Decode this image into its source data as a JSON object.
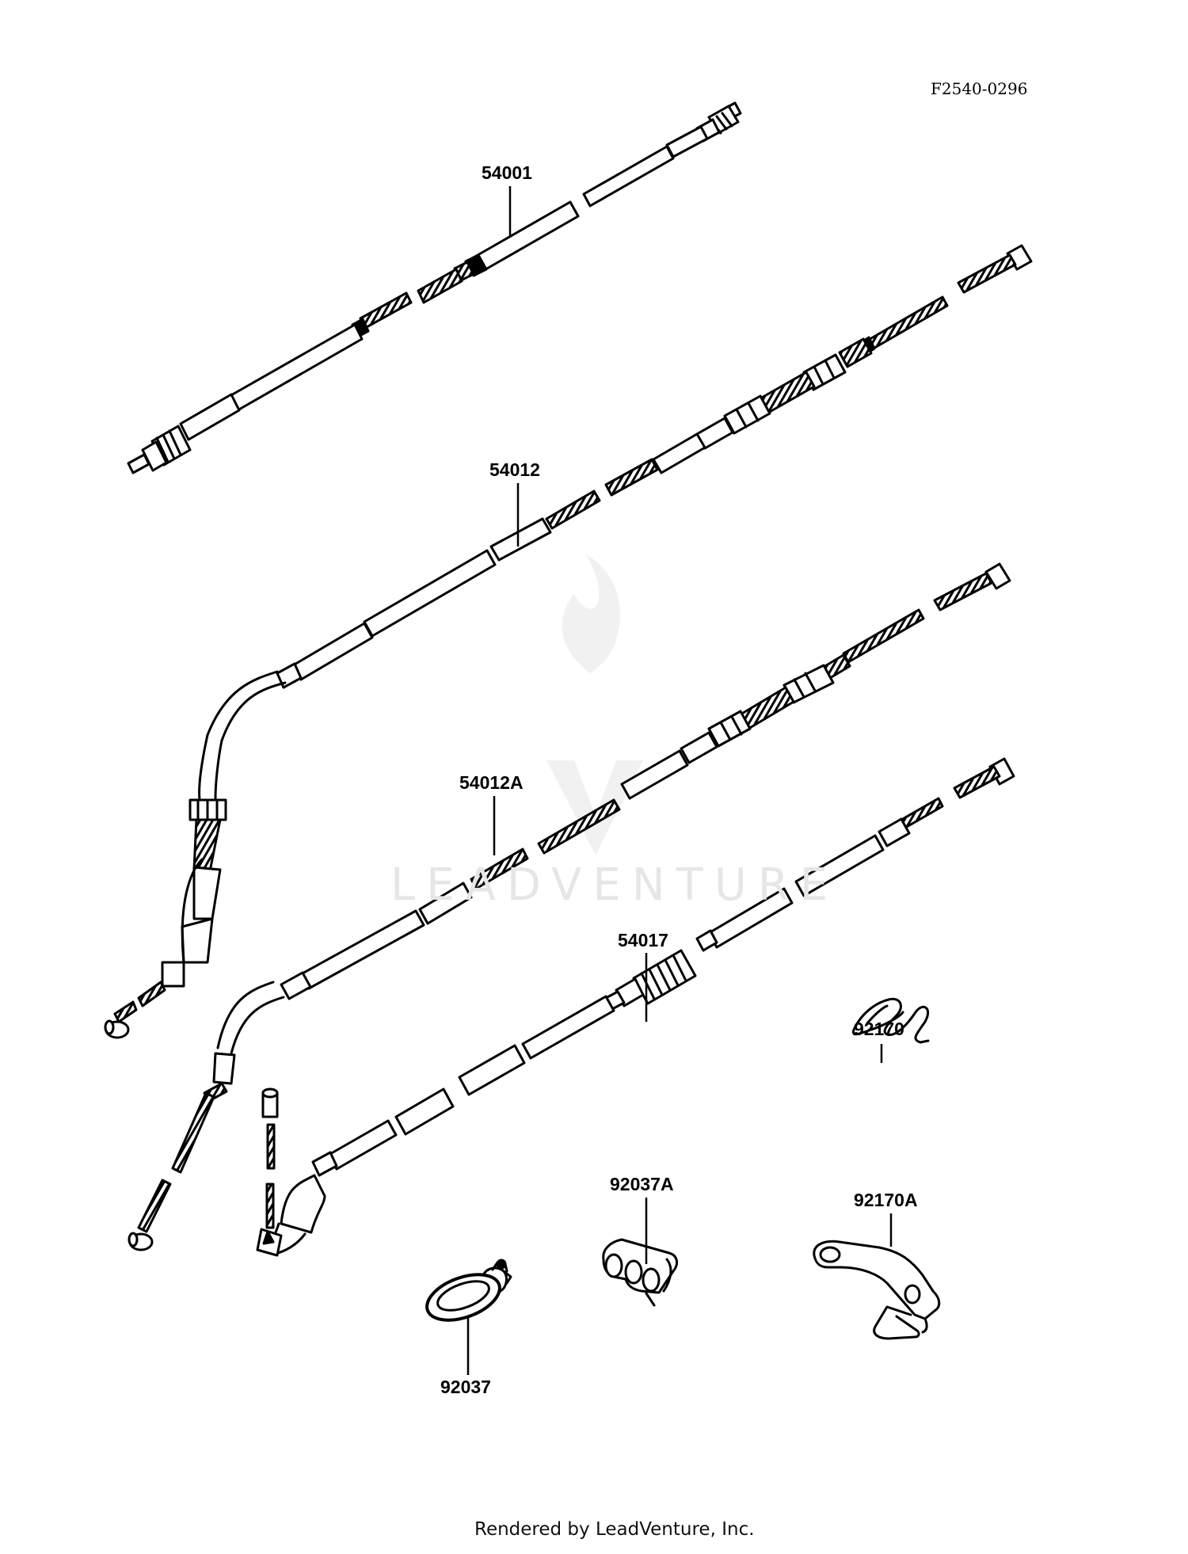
{
  "diagram": {
    "ref_code": "F2540-0296",
    "parts": [
      {
        "id": "p54001",
        "label": "54001"
      },
      {
        "id": "p54012",
        "label": "54012"
      },
      {
        "id": "p54012A",
        "label": "54012A"
      },
      {
        "id": "p54017",
        "label": "54017"
      },
      {
        "id": "p92170",
        "label": "92170"
      },
      {
        "id": "p92037A",
        "label": "92037A"
      },
      {
        "id": "p92170A",
        "label": "92170A"
      },
      {
        "id": "p92037",
        "label": "92037"
      }
    ]
  },
  "watermark": {
    "text": "LEADVENTURE"
  },
  "footer": {
    "text": "Rendered by LeadVenture, Inc."
  }
}
